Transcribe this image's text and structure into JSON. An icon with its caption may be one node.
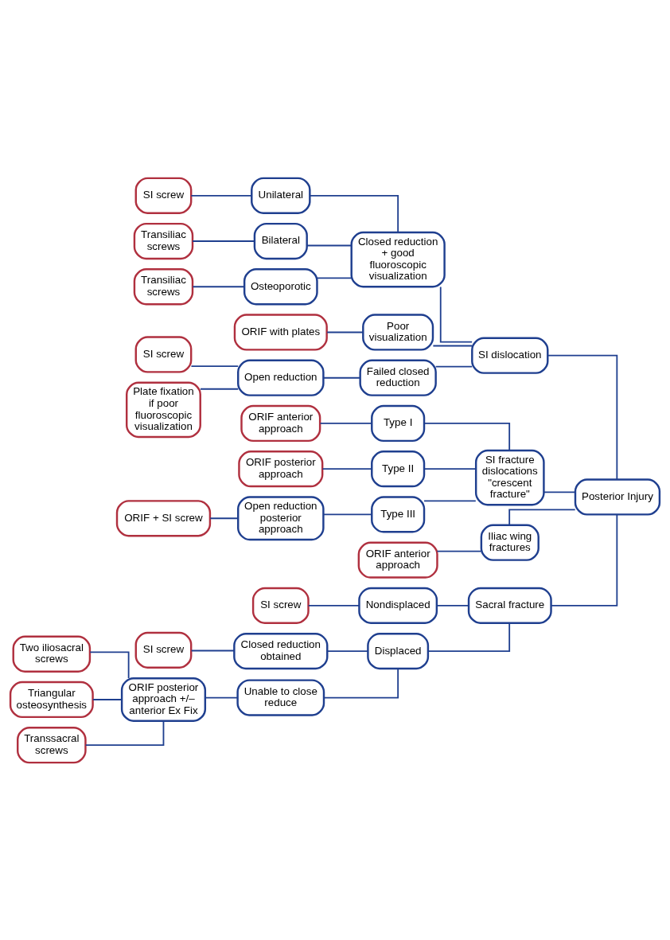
{
  "diagram": {
    "nodes": [
      {
        "text": [
          "Posterior Injury"
        ]
      },
      {
        "text": [
          "SI dislocation"
        ]
      },
      {
        "text": [
          "SI fracture dislocations \"crescent fracture\""
        ]
      },
      {
        "text": [
          "Iliac wing fractures"
        ]
      },
      {
        "text": [
          "Sacral fracture"
        ]
      },
      {
        "text": [
          "Closed reduction + good fluoroscopic visualization"
        ]
      },
      {
        "text": [
          "Poor visualization"
        ]
      },
      {
        "text": [
          "Failed closed reduction"
        ]
      },
      {
        "text": [
          "Unilateral"
        ]
      },
      {
        "text": [
          "Bilateral"
        ]
      },
      {
        "text": [
          "Osteoporotic"
        ]
      },
      {
        "text": [
          "SI screw"
        ]
      },
      {
        "text": [
          "Transiliac screws"
        ]
      },
      {
        "text": [
          "Transiliac screws"
        ]
      },
      {
        "text": [
          "ORIF with plates"
        ]
      },
      {
        "text": [
          "Open reduction"
        ]
      },
      {
        "text": [
          "SI screw"
        ]
      },
      {
        "text": [
          "Plate fixation if poor fluoroscopic visualization"
        ]
      },
      {
        "text": [
          "Type I"
        ]
      },
      {
        "text": [
          "Type II"
        ]
      },
      {
        "text": [
          "Type III"
        ]
      },
      {
        "text": [
          "ORIF anterior approach"
        ]
      },
      {
        "text": [
          "ORIF posterior approach"
        ]
      },
      {
        "text": [
          "Open reduction posterior approach"
        ]
      },
      {
        "text": [
          "ORIF + SI screw"
        ]
      },
      {
        "text": [
          "ORIF anterior approach"
        ]
      },
      {
        "text": [
          "Nondisplaced"
        ]
      },
      {
        "text": [
          "Displaced"
        ]
      },
      {
        "text": [
          "SI screw"
        ]
      },
      {
        "text": [
          "Closed reduction obtained"
        ]
      },
      {
        "text": [
          "Unable to close reduce"
        ]
      },
      {
        "text": [
          "SI screw"
        ]
      },
      {
        "text": [
          "ORIF posterior approach +/– anterior Ex Fix"
        ]
      },
      {
        "text": [
          "Two iliosacral screws"
        ]
      },
      {
        "text": [
          "Triangular osteosynthesis"
        ]
      },
      {
        "text": [
          "Transsacral screws"
        ]
      }
    ],
    "edges": [
      {
        "from": 0,
        "to": 1,
        "arrow": "none"
      },
      {
        "from": 0,
        "to": 2,
        "arrow": "none"
      },
      {
        "from": 0,
        "to": 3,
        "arrow": "none"
      },
      {
        "from": 0,
        "to": 4,
        "arrow": "none"
      },
      {
        "from": 1,
        "to": 5,
        "arrow": "none"
      },
      {
        "from": 1,
        "to": 6,
        "arrow": "none"
      },
      {
        "from": 1,
        "to": 7,
        "arrow": "none"
      },
      {
        "from": 5,
        "to": 8,
        "arrow": "none"
      },
      {
        "from": 5,
        "to": 9,
        "arrow": "none"
      },
      {
        "from": 5,
        "to": 10,
        "arrow": "none"
      },
      {
        "from": 8,
        "to": 11,
        "arrow": "none"
      },
      {
        "from": 9,
        "to": 12,
        "arrow": "none"
      },
      {
        "from": 10,
        "to": 13,
        "arrow": "none"
      },
      {
        "from": 6,
        "to": 14,
        "arrow": "none"
      },
      {
        "from": 7,
        "to": 15,
        "arrow": "none"
      },
      {
        "from": 15,
        "to": 16,
        "arrow": "none"
      },
      {
        "from": 15,
        "to": 17,
        "arrow": "none"
      },
      {
        "from": 2,
        "to": 18,
        "arrow": "none"
      },
      {
        "from": 2,
        "to": 19,
        "arrow": "none"
      },
      {
        "from": 2,
        "to": 20,
        "arrow": "none"
      },
      {
        "from": 18,
        "to": 21,
        "arrow": "none"
      },
      {
        "from": 19,
        "to": 22,
        "arrow": "none"
      },
      {
        "from": 20,
        "to": 23,
        "arrow": "none"
      },
      {
        "from": 23,
        "to": 24,
        "arrow": "none"
      },
      {
        "from": 3,
        "to": 25,
        "arrow": "none"
      },
      {
        "from": 4,
        "to": 26,
        "arrow": "none"
      },
      {
        "from": 4,
        "to": 27,
        "arrow": "none"
      },
      {
        "from": 26,
        "to": 28,
        "arrow": "none"
      },
      {
        "from": 27,
        "to": 29,
        "arrow": "none"
      },
      {
        "from": 27,
        "to": 30,
        "arrow": "none"
      },
      {
        "from": 29,
        "to": 31,
        "arrow": "none"
      },
      {
        "from": 30,
        "to": 32,
        "arrow": "none"
      },
      {
        "from": 32,
        "to": 33,
        "arrow": "none"
      },
      {
        "from": 32,
        "to": 34,
        "arrow": "none"
      },
      {
        "from": 32,
        "to": 35,
        "arrow": "none"
      }
    ]
  }
}
